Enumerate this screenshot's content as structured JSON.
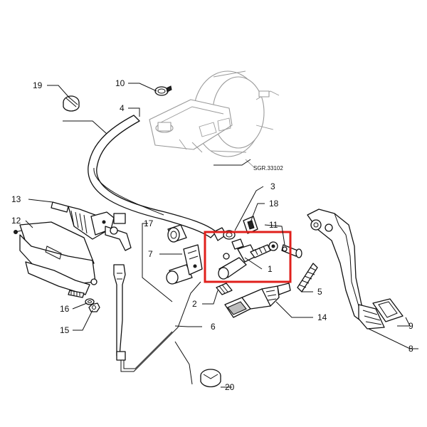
{
  "diagram": {
    "reference_code": "SGR.33102",
    "highlight_color": "#e0201c",
    "callouts": {
      "p1": "1",
      "p2": "2",
      "p3": "3",
      "p4": "4",
      "p5": "5",
      "p6": "6",
      "p7": "7",
      "p8": "8",
      "p9": "9",
      "p10": "10",
      "p11": "11",
      "p12": "12",
      "p13": "13",
      "p14": "14",
      "p15": "15",
      "p16": "16",
      "p17": "17",
      "p18": "18",
      "p19": "19",
      "p20": "20"
    },
    "parts": [
      {
        "number": "1",
        "icon": "clutch-master-cylinder-icon",
        "highlighted": true
      },
      {
        "number": "2",
        "icon": "fitting-icon"
      },
      {
        "number": "3",
        "icon": "clip-icon"
      },
      {
        "number": "4",
        "icon": "hose-icon"
      },
      {
        "number": "5",
        "icon": "spring-icon"
      },
      {
        "number": "6",
        "icon": "pipe-icon"
      },
      {
        "number": "7",
        "icon": "bracket-icon"
      },
      {
        "number": "8",
        "icon": "pedal-pad-icon"
      },
      {
        "number": "9",
        "icon": "pedal-rubber-icon"
      },
      {
        "number": "10",
        "icon": "hose-clamp-icon"
      },
      {
        "number": "11",
        "icon": "pin-icon"
      },
      {
        "number": "12",
        "icon": "support-bracket-icon"
      },
      {
        "number": "13",
        "icon": "slave-cylinder-icon"
      },
      {
        "number": "14",
        "icon": "pedal-switch-icon"
      },
      {
        "number": "15",
        "icon": "nut-icon"
      },
      {
        "number": "16",
        "icon": "washer-icon"
      },
      {
        "number": "17",
        "icon": "bushing-icon"
      },
      {
        "number": "18",
        "icon": "retainer-clip-icon"
      },
      {
        "number": "19",
        "icon": "reservoir-cap-icon"
      },
      {
        "number": "20",
        "icon": "grommet-icon"
      }
    ]
  }
}
